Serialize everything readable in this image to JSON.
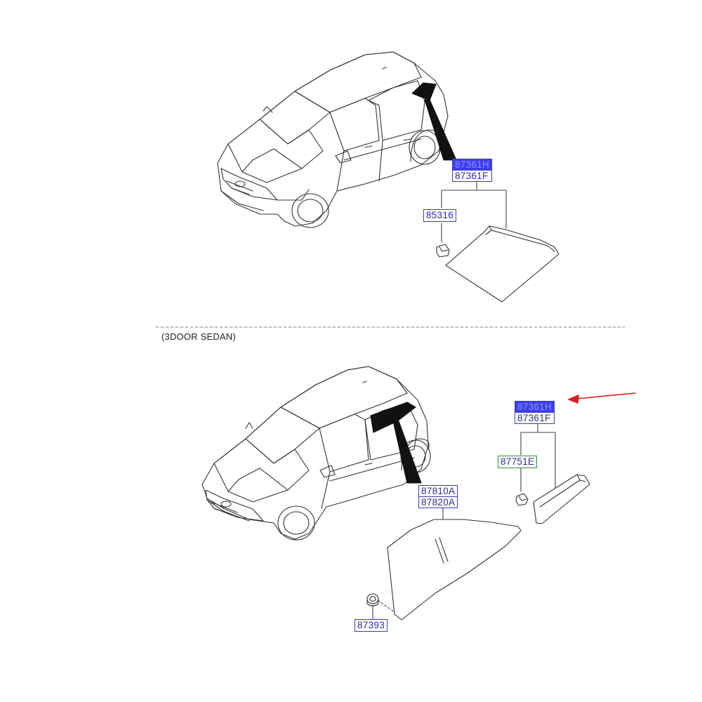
{
  "section_title": "(3DOOR SEDAN)",
  "top": {
    "part_group": [
      "87361H",
      "87361F"
    ],
    "clip_part": "85316"
  },
  "bottom": {
    "part_group": [
      "87361H",
      "87361F"
    ],
    "clip_part": "87751E",
    "glass_group": [
      "87810A",
      "87820A"
    ],
    "grommet_part": "87393"
  },
  "colors": {
    "label_text": "#2b2f8f",
    "label_border": "#3a3fbf",
    "highlight": "#3d3df2",
    "green_border": "#2e8b3a",
    "arrow": "#d42020"
  }
}
